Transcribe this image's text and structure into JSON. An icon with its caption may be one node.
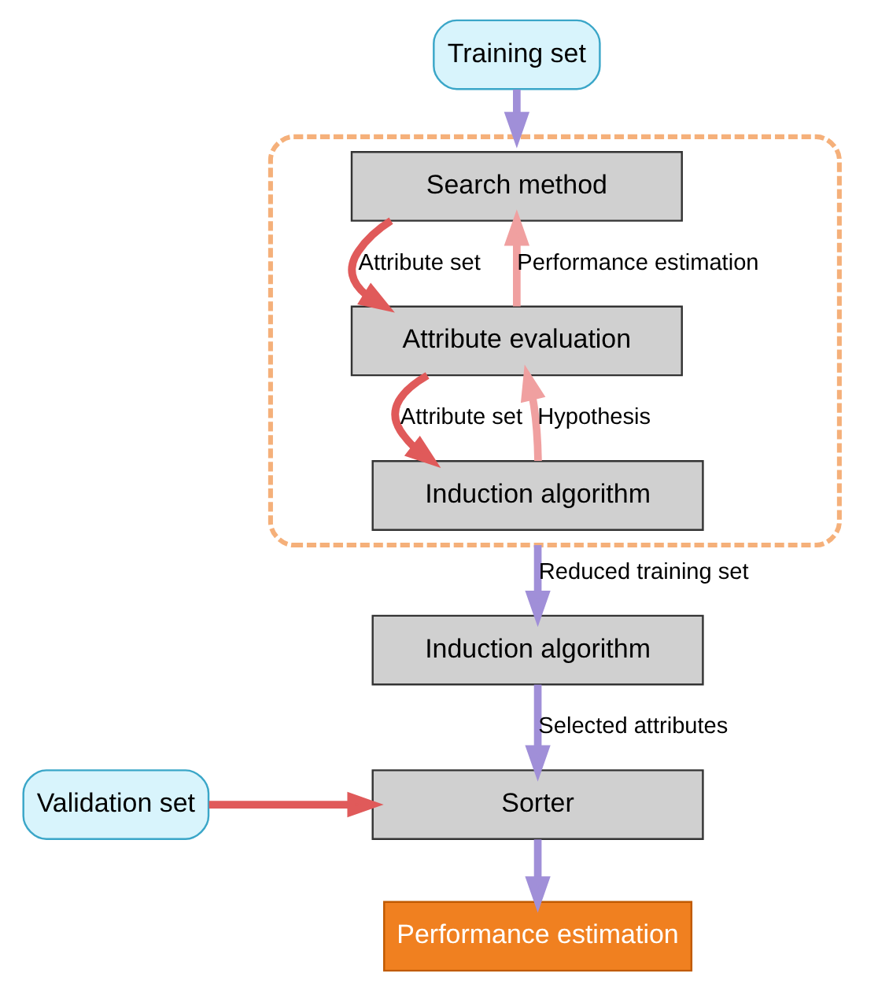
{
  "diagram": {
    "nodes": [
      {
        "text": [
          "Training set"
        ]
      },
      {
        "text": [],
        "shape": "box"
      },
      {
        "text": [
          "Search method"
        ],
        "in": 1
      },
      {
        "text": [
          "Attribute evaluation"
        ],
        "in": 1
      },
      {
        "text": [
          "Induction algorithm"
        ],
        "in": 1
      },
      {
        "text": [
          "Induction algorithm"
        ]
      },
      {
        "text": [
          "Sorter"
        ]
      },
      {
        "text": [
          "Validation set"
        ]
      },
      {
        "text": [
          "Performance estimation"
        ]
      }
    ],
    "edges": [
      {
        "from": 0,
        "to": 1,
        "arrow": "to",
        "color": "#a08fd8"
      },
      {
        "from": 2,
        "to": 3,
        "arrow": "to",
        "label": "Attribute set",
        "color": "#e05a5a"
      },
      {
        "from": 3,
        "to": 2,
        "arrow": "to",
        "label": "Performance estimation",
        "color": "#f0a0a0"
      },
      {
        "from": 3,
        "to": 4,
        "arrow": "to",
        "label": "Attribute set",
        "color": "#e05a5a"
      },
      {
        "from": 4,
        "to": 3,
        "arrow": "to",
        "label": "Hypothesis",
        "color": "#f0a0a0"
      },
      {
        "from": 1,
        "to": 5,
        "arrow": "to",
        "label": "Reduced training set",
        "color": "#a08fd8"
      },
      {
        "from": 5,
        "to": 6,
        "arrow": "to",
        "label": "Selected attributes",
        "color": "#a08fd8"
      },
      {
        "from": 7,
        "to": 6,
        "arrow": "to",
        "color": "#e05a5a"
      },
      {
        "from": 6,
        "to": 8,
        "arrow": "to",
        "color": "#a08fd8"
      }
    ]
  }
}
